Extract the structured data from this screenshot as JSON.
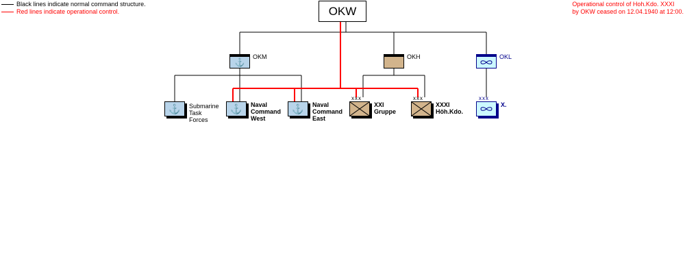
{
  "legend": {
    "black": "Black lines indicate normal command structure.",
    "red": "Red lines indicate operational control."
  },
  "note": {
    "line1": "Operational control of Hoh.Kdo. XXXI",
    "line2": "by OKW ceased on 12.04.1940 at 12:00."
  },
  "colors": {
    "navy": "#b8d4ea",
    "army": "#d2b48c",
    "air": "#ccf8ff",
    "operational": "#ff0000"
  },
  "nodes": {
    "okw": "OKW",
    "okm": "OKM",
    "okh": "OKH",
    "okl": "OKL",
    "submarine": [
      "Submarine",
      "Task",
      "Forces"
    ],
    "west": [
      "Naval",
      "Command",
      "West"
    ],
    "east": [
      "Naval",
      "Command",
      "East"
    ],
    "xxi": [
      "XXI",
      "Gruppe"
    ],
    "xxxi": [
      "XXXI",
      "Höh.Kdo."
    ],
    "x": "X.",
    "echelon": "xxx"
  }
}
